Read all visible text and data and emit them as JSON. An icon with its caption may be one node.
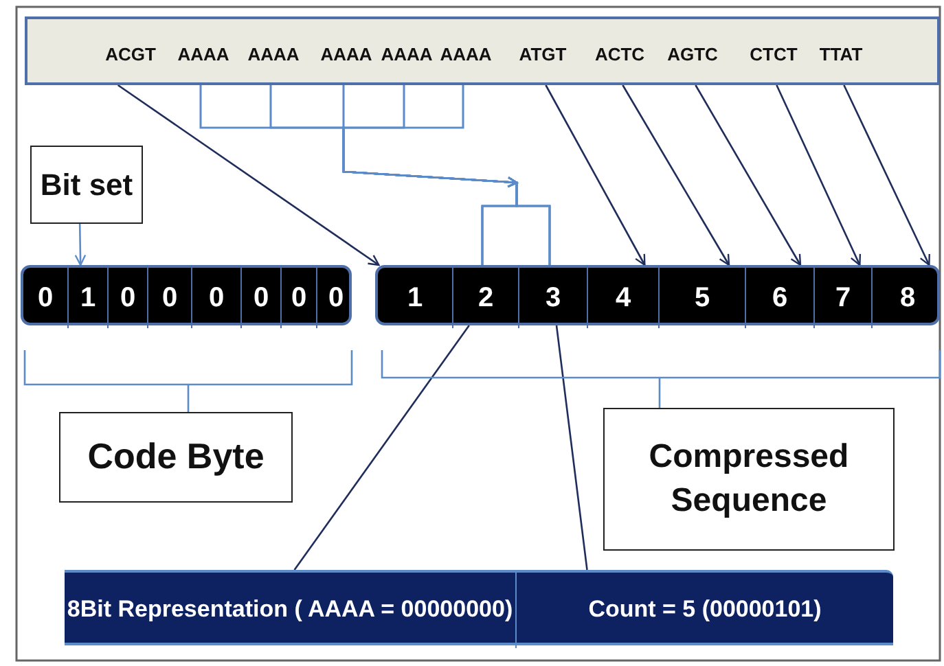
{
  "diagram": {
    "nodes": [
      {
        "text": [],
        "shape": "bar"
      },
      {
        "text": [
          "ACGT"
        ],
        "in": 0
      },
      {
        "text": [
          "AAAA"
        ],
        "in": 0
      },
      {
        "text": [
          "AAAA"
        ],
        "in": 0
      },
      {
        "text": [
          "AAAA"
        ],
        "in": 0
      },
      {
        "text": [
          "AAAA"
        ],
        "in": 0
      },
      {
        "text": [
          "AAAA"
        ],
        "in": 0
      },
      {
        "text": [
          "ATGT"
        ],
        "in": 0
      },
      {
        "text": [
          "ACTC"
        ],
        "in": 0
      },
      {
        "text": [
          "AGTC"
        ],
        "in": 0
      },
      {
        "text": [
          "CTCT"
        ],
        "in": 0
      },
      {
        "text": [
          "TTAT"
        ],
        "in": 0
      },
      {
        "text": [
          "Bit set"
        ]
      },
      {
        "text": [],
        "shape": "bar"
      },
      {
        "text": [
          "0"
        ],
        "in": 13
      },
      {
        "text": [
          "1"
        ],
        "in": 13
      },
      {
        "text": [
          "0"
        ],
        "in": 13
      },
      {
        "text": [
          "0"
        ],
        "in": 13
      },
      {
        "text": [
          "0"
        ],
        "in": 13
      },
      {
        "text": [
          "0"
        ],
        "in": 13
      },
      {
        "text": [
          "0"
        ],
        "in": 13
      },
      {
        "text": [
          "0"
        ],
        "in": 13
      },
      {
        "text": [],
        "shape": "bar"
      },
      {
        "text": [
          "1"
        ],
        "in": 22
      },
      {
        "text": [
          "2"
        ],
        "in": 22
      },
      {
        "text": [
          "3"
        ],
        "in": 22
      },
      {
        "text": [
          "4"
        ],
        "in": 22
      },
      {
        "text": [
          "5"
        ],
        "in": 22
      },
      {
        "text": [
          "6"
        ],
        "in": 22
      },
      {
        "text": [
          "7"
        ],
        "in": 22
      },
      {
        "text": [
          "8"
        ],
        "in": 22
      },
      {
        "text": [
          "Code Byte"
        ]
      },
      {
        "text": [
          "Compressed Sequence"
        ]
      },
      {
        "text": [],
        "shape": "bar"
      },
      {
        "text": [
          "8Bit Representation ( AAAA  = 00000000)"
        ],
        "in": 33
      },
      {
        "text": [
          "Count = 5 (00000101)"
        ],
        "in": 33
      }
    ],
    "edges": [
      {
        "from": 1,
        "to": 23,
        "arrow": "to",
        "color": "#1f2d5a"
      },
      {
        "from": 2,
        "to": 24,
        "arrow": "to"
      },
      {
        "from": 2,
        "to": 25,
        "arrow": "to"
      },
      {
        "from": 3,
        "to": 24,
        "arrow": "to"
      },
      {
        "from": 3,
        "to": 25,
        "arrow": "to"
      },
      {
        "from": 4,
        "to": 24,
        "arrow": "to"
      },
      {
        "from": 4,
        "to": 25,
        "arrow": "to"
      },
      {
        "from": 5,
        "to": 24,
        "arrow": "to"
      },
      {
        "from": 5,
        "to": 25,
        "arrow": "to"
      },
      {
        "from": 6,
        "to": 24,
        "arrow": "to"
      },
      {
        "from": 6,
        "to": 25,
        "arrow": "to"
      },
      {
        "from": 7,
        "to": 26,
        "arrow": "to",
        "color": "#1f2d5a"
      },
      {
        "from": 8,
        "to": 27,
        "arrow": "to",
        "color": "#1f2d5a"
      },
      {
        "from": 9,
        "to": 28,
        "arrow": "to",
        "color": "#1f2d5a"
      },
      {
        "from": 10,
        "to": 29,
        "arrow": "to",
        "color": "#1f2d5a"
      },
      {
        "from": 11,
        "to": 30,
        "arrow": "to",
        "color": "#1f2d5a"
      },
      {
        "from": 12,
        "to": 15,
        "arrow": "to"
      },
      {
        "from": 24,
        "to": 34,
        "arrow": "none",
        "color": "#1f2d5a"
      },
      {
        "from": 25,
        "to": 35,
        "arrow": "none",
        "color": "#1f2d5a"
      }
    ]
  }
}
